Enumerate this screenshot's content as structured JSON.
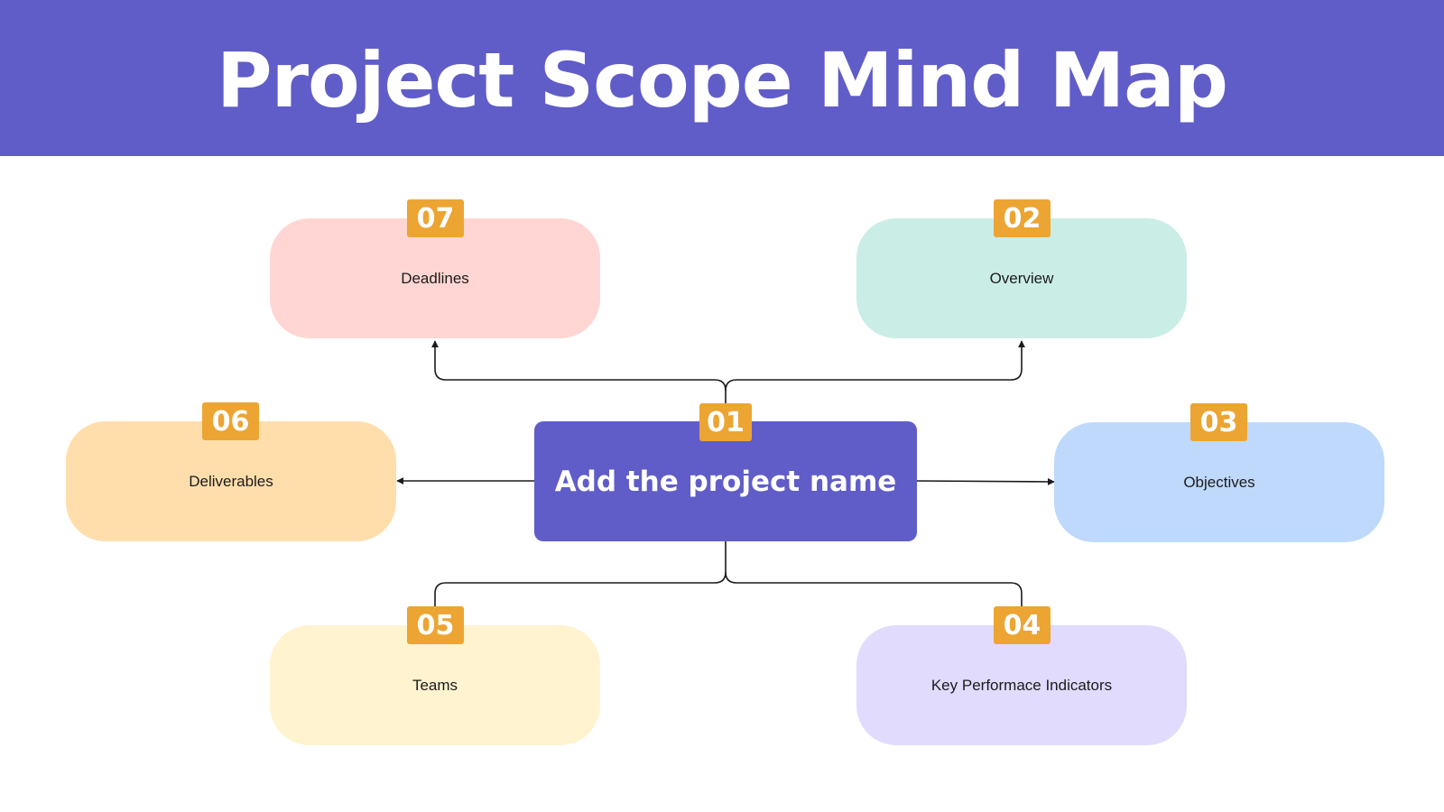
{
  "header": {
    "title": "Project Scope Mind Map"
  },
  "colors": {
    "accent": "#605dc8",
    "badge": "#eca532",
    "line": "#1b1b1b"
  },
  "center": {
    "number": "01",
    "label": "Add the project name"
  },
  "nodes": {
    "deadlines": {
      "number": "07",
      "label": "Deadlines",
      "color": "#ffd6d3"
    },
    "overview": {
      "number": "02",
      "label": "Overview",
      "color": "#caede6"
    },
    "deliverables": {
      "number": "06",
      "label": "Deliverables",
      "color": "#ffdeac"
    },
    "objectives": {
      "number": "03",
      "label": "Objectives",
      "color": "#bfd9fc"
    },
    "teams": {
      "number": "05",
      "label": "Teams",
      "color": "#fff3d0"
    },
    "kpis": {
      "number": "04",
      "label": "Key Performace Indicators",
      "color": "#e1dbfe"
    }
  }
}
